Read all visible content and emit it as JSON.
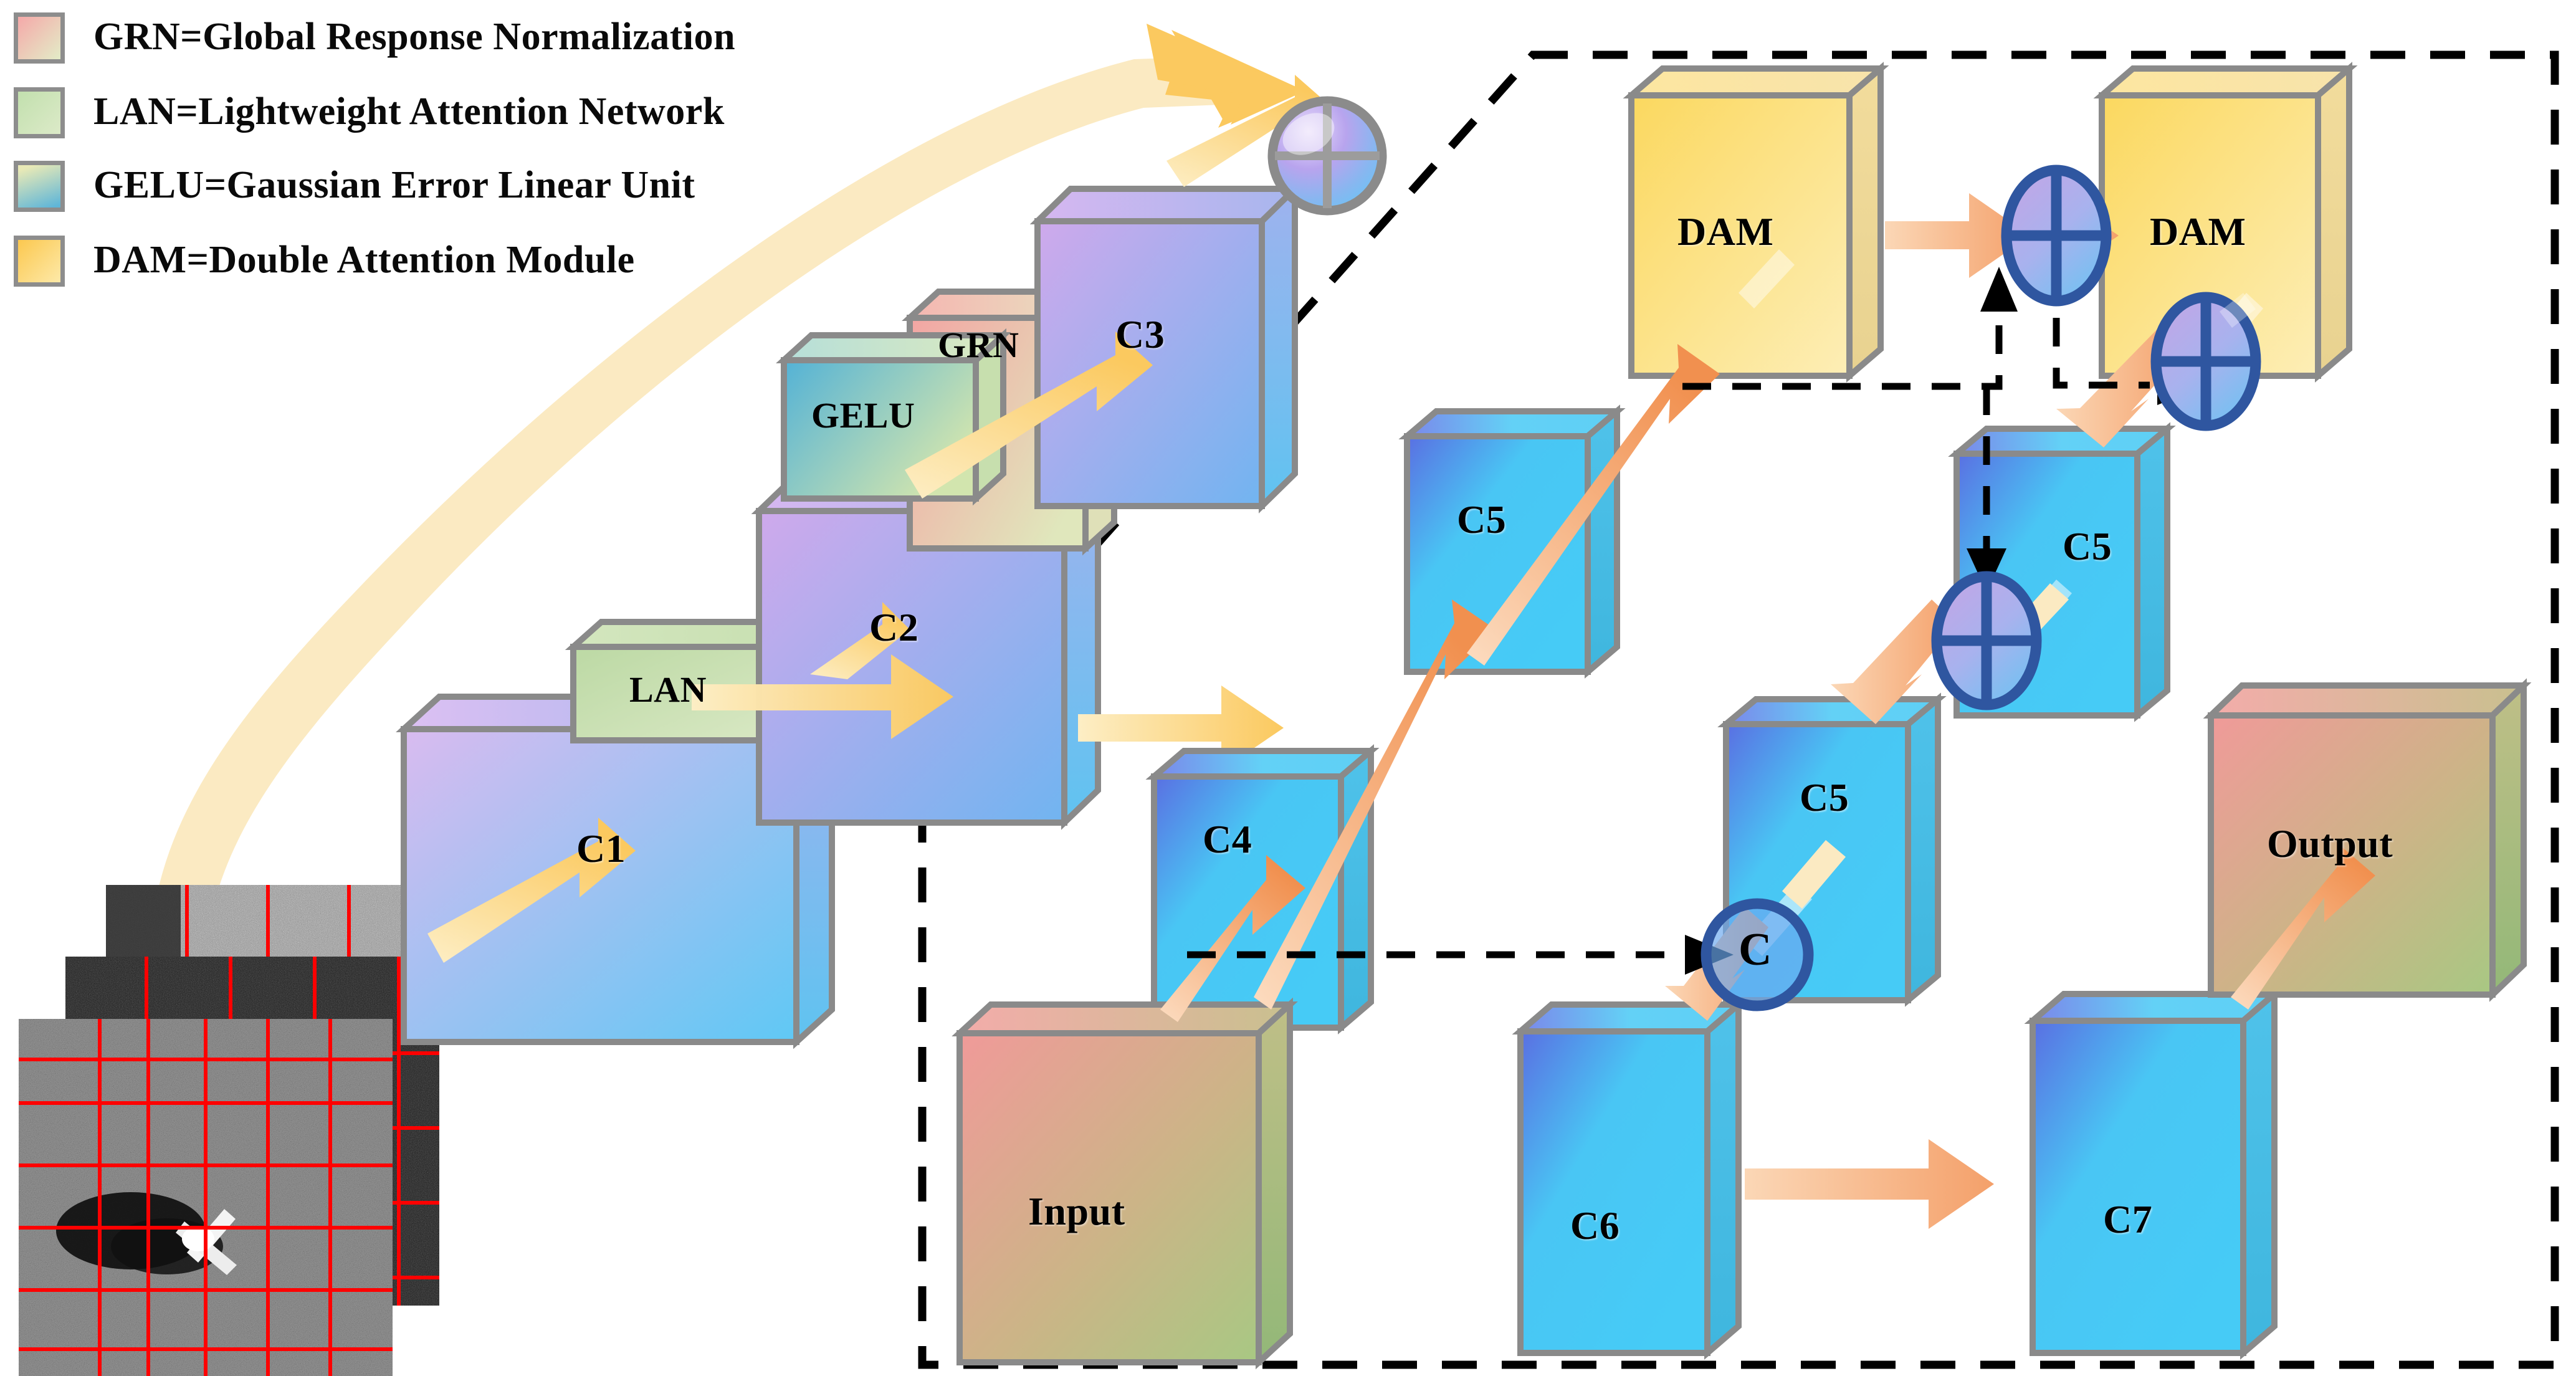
{
  "figure": {
    "kind": "neural-network-architecture-diagram",
    "background": "#ffffff"
  },
  "legend": {
    "items": [
      {
        "id": "grn",
        "label": "GRN=Global Response Normalization",
        "swatch_from": "#f5a9a9",
        "swatch_to": "#e3ecc7",
        "swatch_border": "#8d8d8d"
      },
      {
        "id": "lan",
        "label": "LAN=Lightweight Attention Network",
        "swatch_from": "#c2e0ae",
        "swatch_to": "#dceac8",
        "swatch_border": "#8d8d8d"
      },
      {
        "id": "gelu",
        "label": "GELU=Gaussian Error Linear Unit",
        "swatch_from": "#5fb6d8",
        "swatch_to": "#e8e9b6",
        "swatch_border": "#8d8d8d"
      },
      {
        "id": "dam",
        "label": "DAM=Double Attention Module",
        "swatch_from": "#fcc84f",
        "swatch_to": "#fde9a8",
        "swatch_border": "#8d8d8d"
      }
    ]
  },
  "input_images": {
    "name": "sonar-image-stack",
    "count": 3,
    "grid_color": "#ff0000",
    "description": "stacked grayscale side-scan sonar tiles with red grid overlay"
  },
  "encoder": {
    "name": "feature-extraction-backbone",
    "blocks": [
      {
        "id": "c1",
        "label": "C1",
        "face_from": "#d7b9ee",
        "face_to": "#61c8f2"
      },
      {
        "id": "lan",
        "label": "LAN",
        "face_from": "#bcd9a4",
        "face_to": "#d6e6bf"
      },
      {
        "id": "c2",
        "label": "C2",
        "face_from": "#cfa9ea",
        "face_to": "#63c5f0"
      },
      {
        "id": "gelu",
        "label": "GELU",
        "face_from": "#59b4d6",
        "face_to": "#cfe3ad"
      },
      {
        "id": "grn",
        "label": "GRN",
        "face_from": "#f3a7a5",
        "face_to": "#dfe6bb"
      },
      {
        "id": "c3",
        "label": "C3",
        "face_from": "#cda8ea",
        "face_to": "#6ab6ef"
      }
    ]
  },
  "decoder": {
    "name": "detection-head",
    "boundary": "dashed-pentagon",
    "boundary_color": "#000000",
    "blocks": [
      {
        "id": "dam1",
        "label": "DAM",
        "face_from": "#fbd85f",
        "face_to": "#fdeeb4"
      },
      {
        "id": "dam2",
        "label": "DAM",
        "face_from": "#fbd85f",
        "face_to": "#fdeeb4"
      },
      {
        "id": "c5a",
        "label": "C5",
        "face_from": "#5b6fe0",
        "face_to": "#47c8f5"
      },
      {
        "id": "c5b",
        "label": "C5",
        "face_from": "#5b6fe0",
        "face_to": "#47c8f5"
      },
      {
        "id": "c4",
        "label": "C4",
        "face_from": "#5b6fe0",
        "face_to": "#47c8f5"
      },
      {
        "id": "c5c",
        "label": "C5",
        "face_from": "#5b6fe0",
        "face_to": "#47c8f5"
      },
      {
        "id": "input",
        "label": "Input",
        "face_from": "#ef9a9a",
        "face_to": "#a9c87f"
      },
      {
        "id": "c6",
        "label": "C6",
        "face_from": "#5b6fe0",
        "face_to": "#47c8f5"
      },
      {
        "id": "c7",
        "label": "C7",
        "face_from": "#5b6fe0",
        "face_to": "#47c8f5"
      },
      {
        "id": "output",
        "label": "Output",
        "face_from": "#ef9a9a",
        "face_to": "#a9c87f"
      }
    ]
  },
  "operators": [
    {
      "id": "sum-sphere",
      "label": "+",
      "glyph": "plus-circle",
      "style": "glossy-sphere",
      "ring": "#8b8b8b"
    },
    {
      "id": "sum-1",
      "label": "+",
      "glyph": "plus-ellipse",
      "ring": "#2f56a0"
    },
    {
      "id": "sum-2",
      "label": "+",
      "glyph": "plus-ellipse",
      "ring": "#2f56a0"
    },
    {
      "id": "sum-3",
      "label": "+",
      "glyph": "plus-ellipse",
      "ring": "#2f56a0"
    },
    {
      "id": "concat",
      "label": "C",
      "glyph": "concat-circle",
      "ring": "#2f56a0"
    }
  ],
  "arrows": {
    "solid_pale_yellow": "#fbd37a",
    "solid_orange": "#f6a472",
    "ribbon_pale": "#fbeac2",
    "dashed_black": "#000000"
  }
}
